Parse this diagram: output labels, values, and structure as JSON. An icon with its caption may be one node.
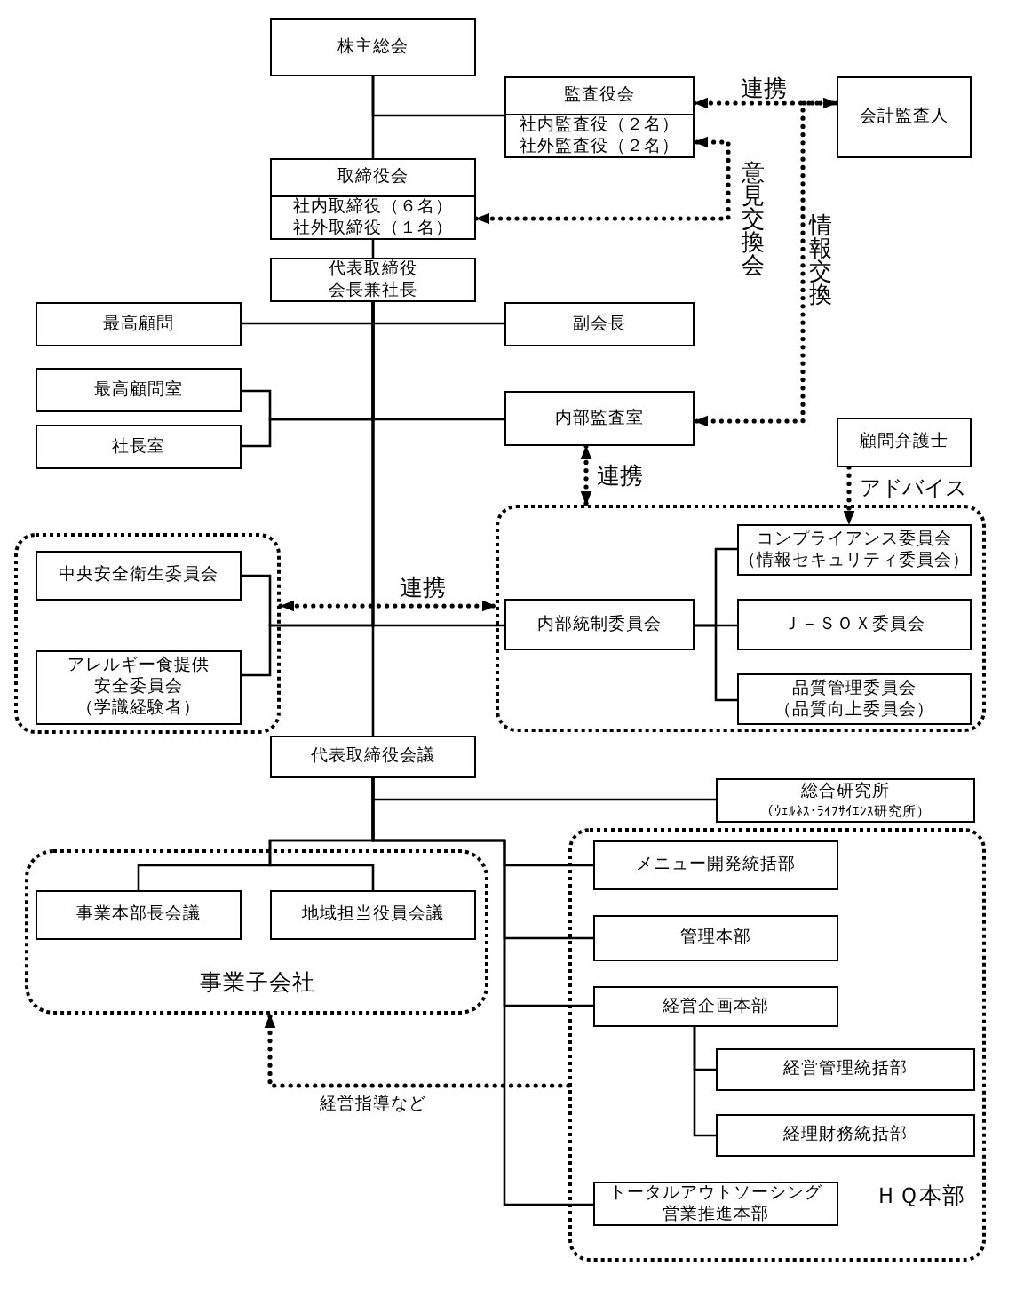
{
  "diagram": {
    "nodes": [
      {
        "text": [
          "株主総会"
        ]
      },
      {
        "text": [
          "監査役会",
          "社内監査役（２名）",
          "社外監査役（２名）"
        ]
      },
      {
        "text": [
          "会計監査人"
        ]
      },
      {
        "text": [
          "取締役会",
          "社内取締役（６名）",
          "社外取締役（１名）"
        ]
      },
      {
        "text": [
          "代表取締役会長兼社長"
        ]
      },
      {
        "text": [
          "最高顧問"
        ]
      },
      {
        "text": [
          "副会長"
        ]
      },
      {
        "text": [
          "最高顧問室"
        ]
      },
      {
        "text": [
          "社長室"
        ]
      },
      {
        "text": [
          "内部監査室"
        ]
      },
      {
        "text": [
          "顧問弁護士"
        ]
      },
      {
        "text": [],
        "shape": "box"
      },
      {
        "text": [
          "中央安全衛生委員会"
        ],
        "in": 11
      },
      {
        "text": [
          "アレルギー食提供安全委員会",
          "（学識経験者）"
        ],
        "in": 11
      },
      {
        "text": [],
        "shape": "box"
      },
      {
        "text": [
          "内部統制委員会"
        ],
        "in": 14
      },
      {
        "text": [
          "コンプライアンス委員会",
          "（情報セキュリティ委員会）"
        ],
        "in": 14
      },
      {
        "text": [
          "Ｊ－ＳＯＸ委員会"
        ],
        "in": 14
      },
      {
        "text": [
          "品質管理委員会",
          "（品質向上委員会）"
        ],
        "in": 14
      },
      {
        "text": [
          "代表取締役会議"
        ]
      },
      {
        "text": [
          "総合研究所",
          "（ｳｪﾙﾈｽ･ﾗｲﾌｻｲｴﾝｽ研究所）"
        ]
      },
      {
        "text": [
          "事業子会社"
        ]
      },
      {
        "text": [
          "事業本部長会議"
        ],
        "in": 21
      },
      {
        "text": [
          "地域担当役員会議"
        ],
        "in": 21
      },
      {
        "text": [
          "ＨＱ本部"
        ]
      },
      {
        "text": [
          "メニュー開発統括部"
        ],
        "in": 24
      },
      {
        "text": [
          "管理本部"
        ],
        "in": 24
      },
      {
        "text": [
          "経営企画本部"
        ],
        "in": 24
      },
      {
        "text": [
          "経営管理統括部"
        ],
        "in": 24
      },
      {
        "text": [
          "経理財務統括部"
        ],
        "in": 24
      },
      {
        "text": [
          "トータルアウトソーシング営業推進本部"
        ],
        "in": 24
      }
    ],
    "edges": [
      {
        "from": 0,
        "to": 1,
        "arrow": "none"
      },
      {
        "from": 0,
        "to": 3,
        "arrow": "none"
      },
      {
        "from": 3,
        "to": 4,
        "arrow": "none"
      },
      {
        "from": 4,
        "to": 5,
        "arrow": "none"
      },
      {
        "from": 4,
        "to": 6,
        "arrow": "none"
      },
      {
        "from": 4,
        "to": 7,
        "arrow": "none"
      },
      {
        "from": 4,
        "to": 8,
        "arrow": "none"
      },
      {
        "from": 4,
        "to": 9,
        "arrow": "none"
      },
      {
        "from": 4,
        "to": 12,
        "arrow": "none"
      },
      {
        "from": 4,
        "to": 13,
        "arrow": "none"
      },
      {
        "from": 4,
        "to": 15,
        "arrow": "none"
      },
      {
        "from": 4,
        "to": 19,
        "arrow": "none"
      },
      {
        "from": 15,
        "to": 16,
        "arrow": "none"
      },
      {
        "from": 15,
        "to": 17,
        "arrow": "none"
      },
      {
        "from": 15,
        "to": 18,
        "arrow": "none"
      },
      {
        "from": 19,
        "to": 20,
        "arrow": "none"
      },
      {
        "from": 19,
        "to": 22,
        "arrow": "none"
      },
      {
        "from": 19,
        "to": 23,
        "arrow": "none"
      },
      {
        "from": 19,
        "to": 25,
        "arrow": "none"
      },
      {
        "from": 19,
        "to": 26,
        "arrow": "none"
      },
      {
        "from": 19,
        "to": 27,
        "arrow": "none"
      },
      {
        "from": 19,
        "to": 30,
        "arrow": "none"
      },
      {
        "from": 27,
        "to": 28,
        "arrow": "none"
      },
      {
        "from": 27,
        "to": 29,
        "arrow": "none"
      },
      {
        "from": 1,
        "to": 2,
        "arrow": "both",
        "label": "連携",
        "style": "dashed"
      },
      {
        "from": 2,
        "to": 9,
        "arrow": "to",
        "label": "情報交換",
        "style": "dashed"
      },
      {
        "from": 3,
        "to": 1,
        "arrow": "both",
        "label": "意見交換会",
        "style": "dashed"
      },
      {
        "from": 9,
        "to": 14,
        "arrow": "both",
        "label": "連携",
        "style": "dashed"
      },
      {
        "from": 10,
        "to": 16,
        "arrow": "to",
        "label": "アドバイス",
        "style": "dashed"
      },
      {
        "from": 11,
        "to": 14,
        "arrow": "both",
        "label": "連携",
        "style": "dashed"
      },
      {
        "from": 24,
        "to": 21,
        "arrow": "to",
        "label": "経営指導など",
        "style": "dashed"
      }
    ]
  }
}
